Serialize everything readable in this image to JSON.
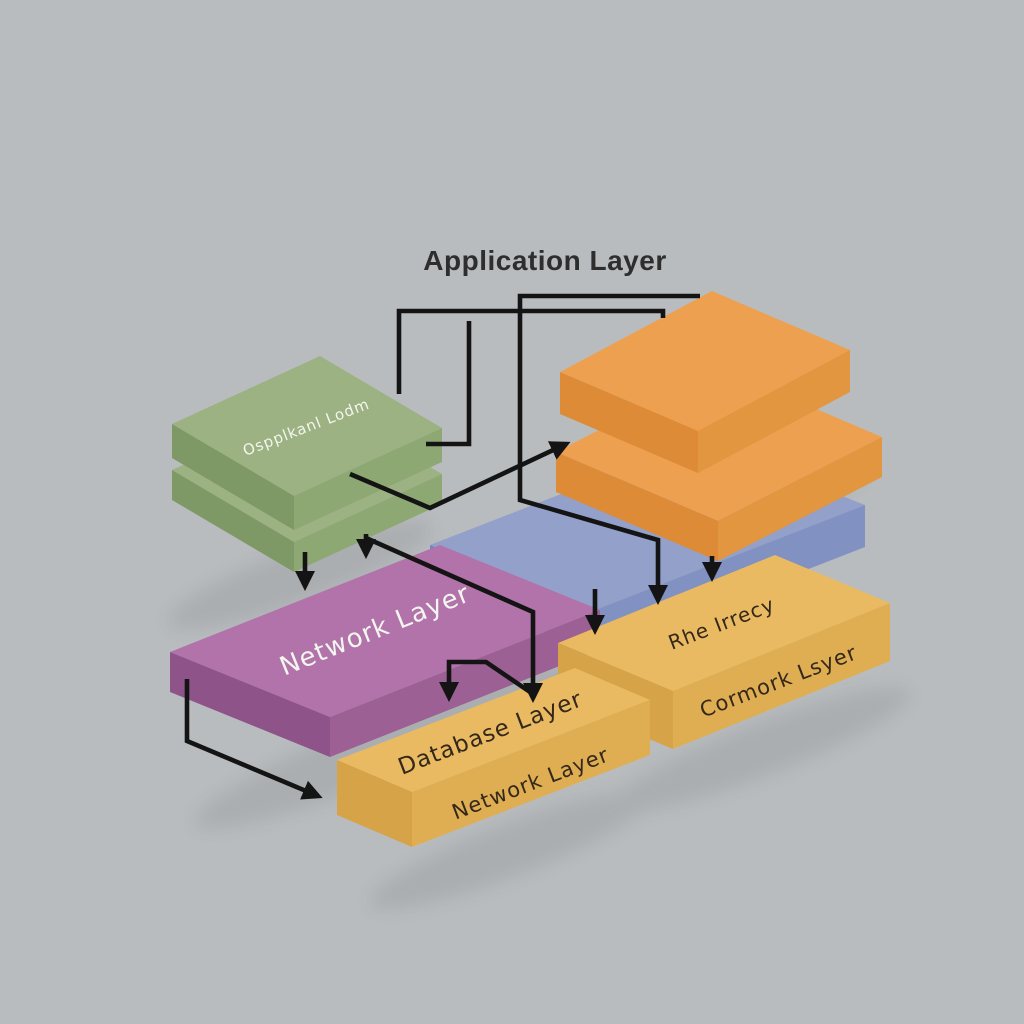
{
  "title": "Application Layer",
  "colors": {
    "background": "#b9bcbf",
    "connector": "#141414",
    "green_top": "#9cb282",
    "green_left": "#7e9965",
    "green_right": "#8da873",
    "orange_top": "#eda050",
    "orange_left": "#dd8b36",
    "orange_right": "#e1963f",
    "blue_top": "#92a0ca",
    "blue_left": "#7386bb",
    "blue_right": "#8191c1",
    "purple_top": "#b173a9",
    "purple_left": "#8e5388",
    "purple_right": "#9c6095",
    "yellow_top": "#e9ba62",
    "yellow_left": "#d6a348",
    "yellow_right": "#dfae53",
    "title_text": "#2e2e2e",
    "label_light": "#f3f5ef",
    "label_dark": "#33281a"
  },
  "labels": {
    "green_stack_top": "Ospplkanl Lodm",
    "purple_top": "Network Layer",
    "database_top": "Database Layer",
    "database_front": "Network Layer",
    "right_stack_top": "Rhe Irrecy",
    "right_stack_front": "Cormork Lsyer"
  }
}
